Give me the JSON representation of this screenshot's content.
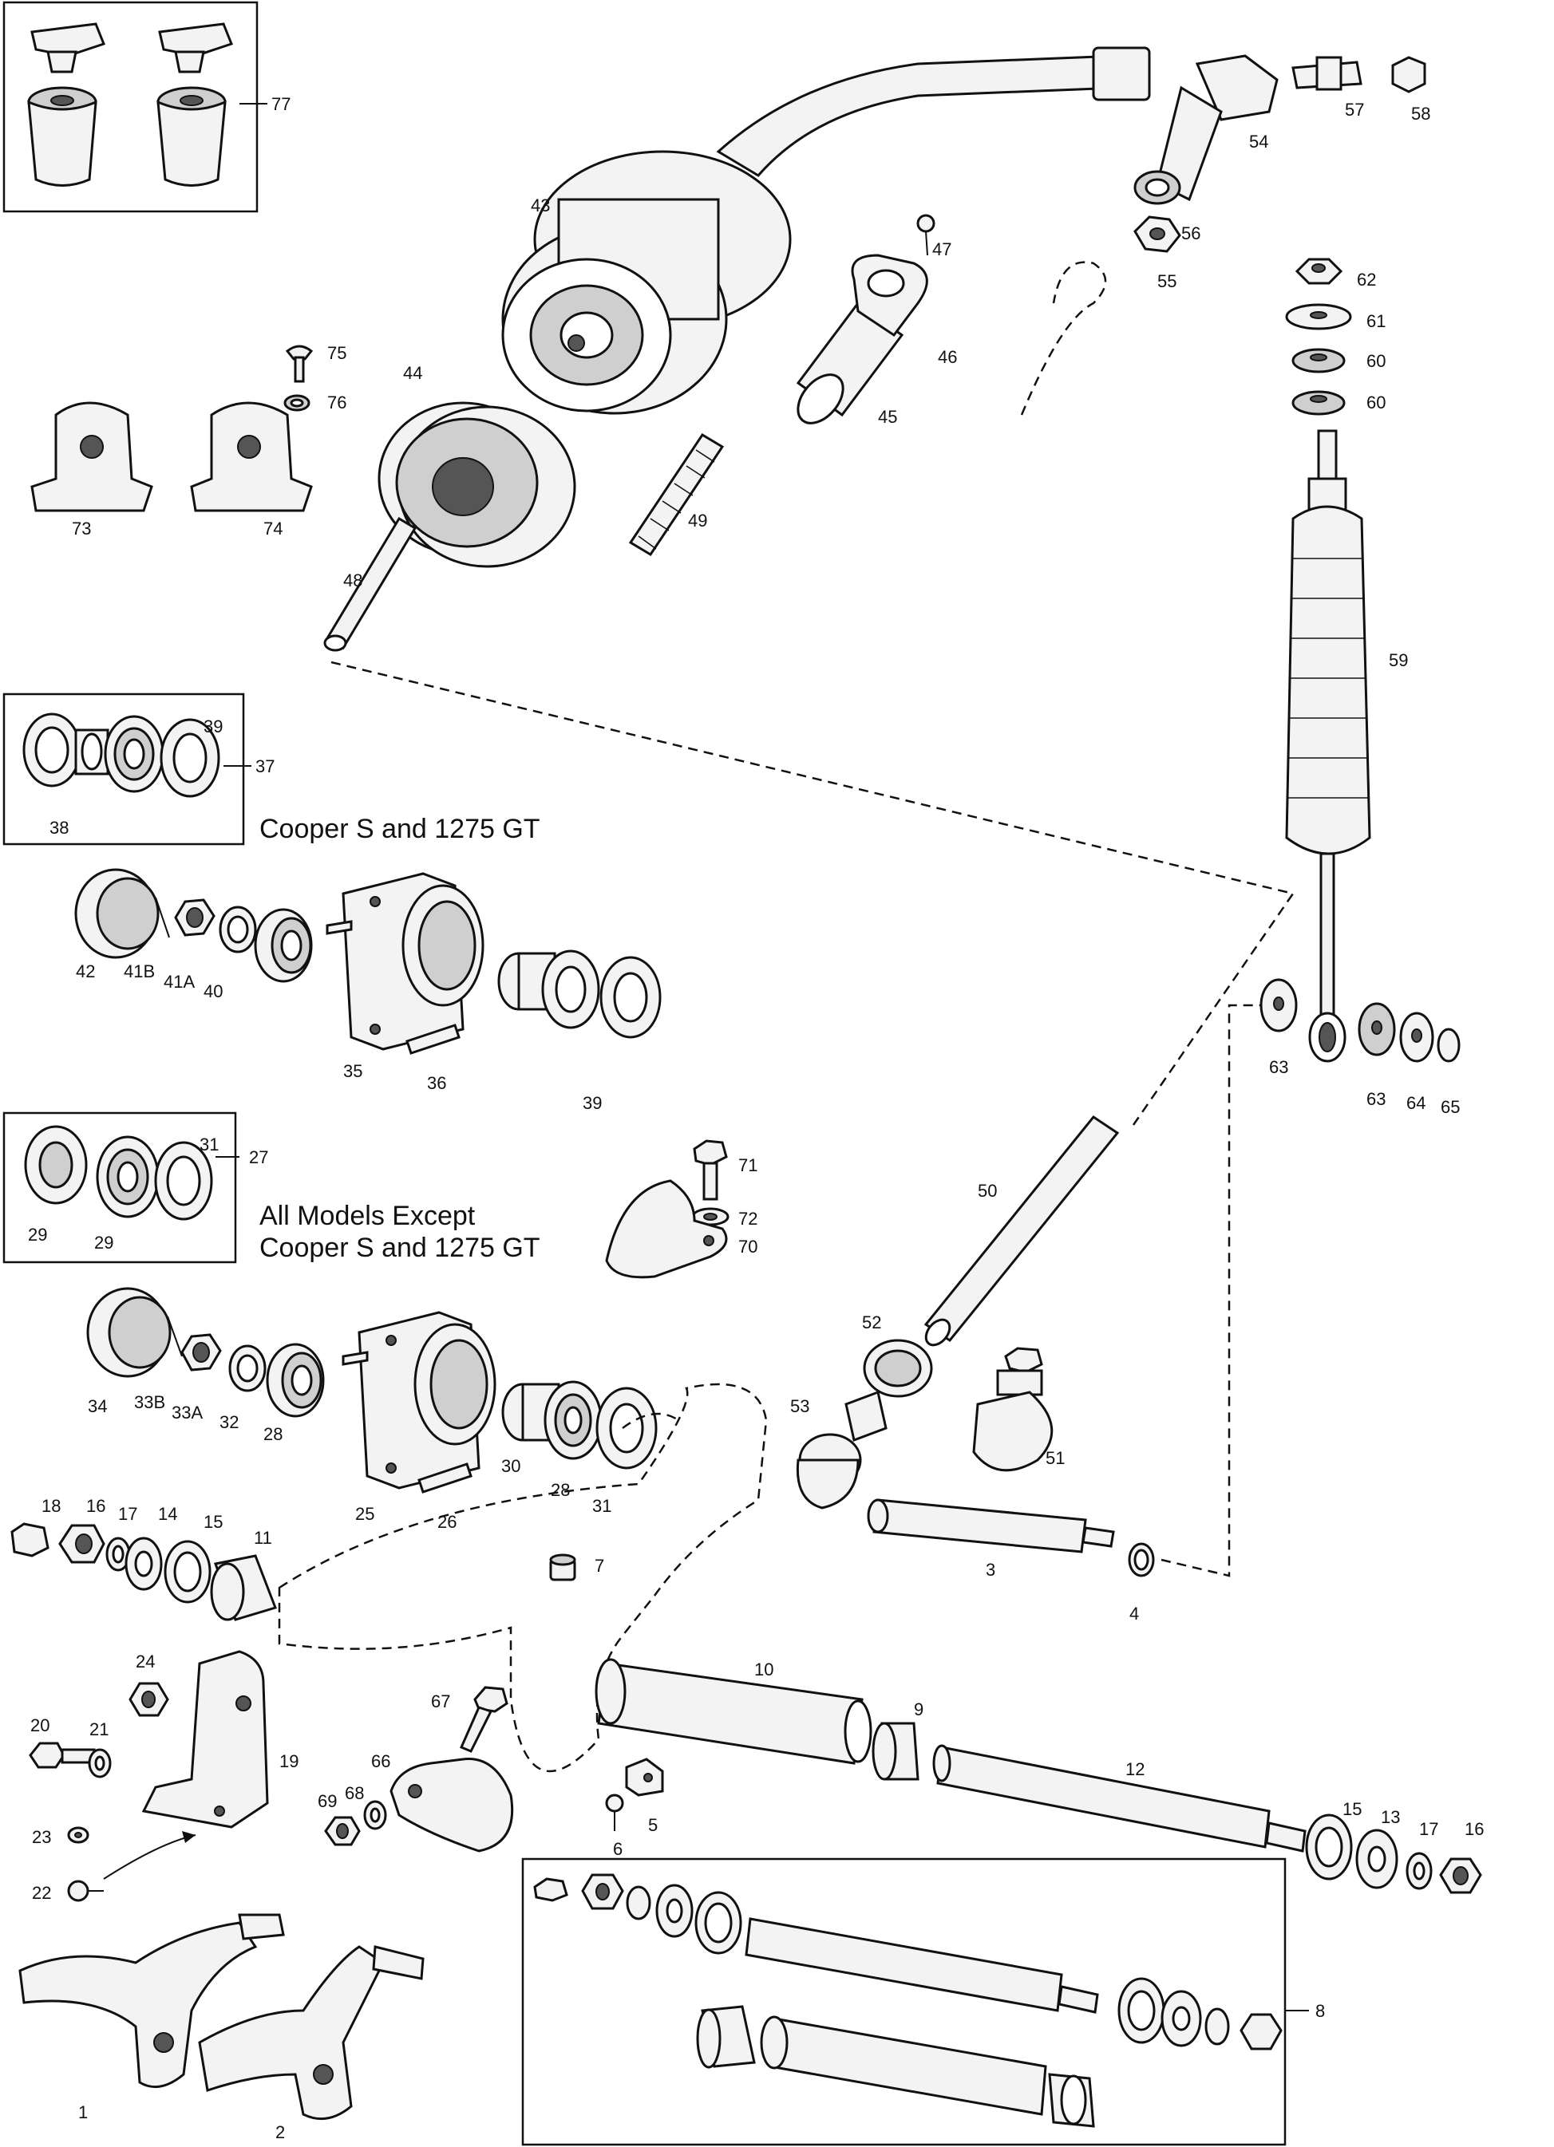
{
  "captions": {
    "cooper_s_1": "Cooper S and 1275 GT",
    "all_models": "All Models Except",
    "cooper_s_2": "Cooper S and 1275 GT"
  },
  "callouts": [
    {
      "id": "77",
      "label": "77"
    },
    {
      "id": "43",
      "label": "43"
    },
    {
      "id": "47",
      "label": "47"
    },
    {
      "id": "54",
      "label": "54"
    },
    {
      "id": "57",
      "label": "57"
    },
    {
      "id": "58",
      "label": "58"
    },
    {
      "id": "56",
      "label": "56"
    },
    {
      "id": "55",
      "label": "55"
    },
    {
      "id": "46",
      "label": "46"
    },
    {
      "id": "45",
      "label": "45"
    },
    {
      "id": "44",
      "label": "44"
    },
    {
      "id": "75",
      "label": "75"
    },
    {
      "id": "76",
      "label": "76"
    },
    {
      "id": "73",
      "label": "73"
    },
    {
      "id": "74",
      "label": "74"
    },
    {
      "id": "49",
      "label": "49"
    },
    {
      "id": "48",
      "label": "48"
    },
    {
      "id": "62",
      "label": "62"
    },
    {
      "id": "61",
      "label": "61"
    },
    {
      "id": "60a",
      "label": "60"
    },
    {
      "id": "60b",
      "label": "60"
    },
    {
      "id": "59",
      "label": "59"
    },
    {
      "id": "39a",
      "label": "39"
    },
    {
      "id": "37",
      "label": "37"
    },
    {
      "id": "38",
      "label": "38"
    },
    {
      "id": "42",
      "label": "42"
    },
    {
      "id": "41B",
      "label": "41B"
    },
    {
      "id": "41A",
      "label": "41A"
    },
    {
      "id": "40",
      "label": "40"
    },
    {
      "id": "35",
      "label": "35"
    },
    {
      "id": "36",
      "label": "36"
    },
    {
      "id": "39b",
      "label": "39"
    },
    {
      "id": "63a",
      "label": "63"
    },
    {
      "id": "63b",
      "label": "63"
    },
    {
      "id": "64",
      "label": "64"
    },
    {
      "id": "65",
      "label": "65"
    },
    {
      "id": "27",
      "label": "27"
    },
    {
      "id": "31a",
      "label": "31"
    },
    {
      "id": "29a",
      "label": "29"
    },
    {
      "id": "29b",
      "label": "29"
    },
    {
      "id": "71",
      "label": "71"
    },
    {
      "id": "72",
      "label": "72"
    },
    {
      "id": "70",
      "label": "70"
    },
    {
      "id": "50",
      "label": "50"
    },
    {
      "id": "34",
      "label": "34"
    },
    {
      "id": "33B",
      "label": "33B"
    },
    {
      "id": "33A",
      "label": "33A"
    },
    {
      "id": "32",
      "label": "32"
    },
    {
      "id": "28a",
      "label": "28"
    },
    {
      "id": "52",
      "label": "52"
    },
    {
      "id": "53",
      "label": "53"
    },
    {
      "id": "51",
      "label": "51"
    },
    {
      "id": "25",
      "label": "25"
    },
    {
      "id": "26",
      "label": "26"
    },
    {
      "id": "30",
      "label": "30"
    },
    {
      "id": "28b",
      "label": "28"
    },
    {
      "id": "31b",
      "label": "31"
    },
    {
      "id": "18",
      "label": "18"
    },
    {
      "id": "16a",
      "label": "16"
    },
    {
      "id": "17a",
      "label": "17"
    },
    {
      "id": "14",
      "label": "14"
    },
    {
      "id": "15a",
      "label": "15"
    },
    {
      "id": "11",
      "label": "11"
    },
    {
      "id": "3",
      "label": "3"
    },
    {
      "id": "4",
      "label": "4"
    },
    {
      "id": "7",
      "label": "7"
    },
    {
      "id": "10",
      "label": "10"
    },
    {
      "id": "9",
      "label": "9"
    },
    {
      "id": "24",
      "label": "24"
    },
    {
      "id": "20",
      "label": "20"
    },
    {
      "id": "21",
      "label": "21"
    },
    {
      "id": "19",
      "label": "19"
    },
    {
      "id": "67",
      "label": "67"
    },
    {
      "id": "66",
      "label": "66"
    },
    {
      "id": "68",
      "label": "68"
    },
    {
      "id": "69",
      "label": "69"
    },
    {
      "id": "12",
      "label": "12"
    },
    {
      "id": "15b",
      "label": "15"
    },
    {
      "id": "13",
      "label": "13"
    },
    {
      "id": "17b",
      "label": "17"
    },
    {
      "id": "16b",
      "label": "16"
    },
    {
      "id": "6",
      "label": "6"
    },
    {
      "id": "5",
      "label": "5"
    },
    {
      "id": "23",
      "label": "23"
    },
    {
      "id": "22",
      "label": "22"
    },
    {
      "id": "8",
      "label": "8"
    },
    {
      "id": "1",
      "label": "1"
    },
    {
      "id": "2",
      "label": "2"
    }
  ]
}
